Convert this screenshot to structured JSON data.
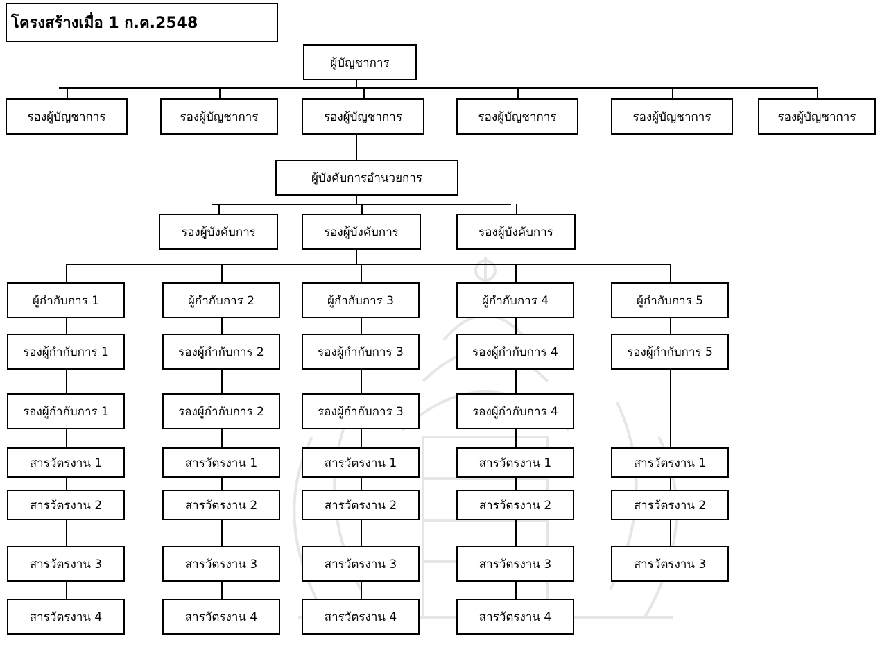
{
  "title": "โครงสร้างเมื่อ 1 ก.ค.2548",
  "root": "ผู้บัญชาการ",
  "deputy_commanders": [
    "รองผู้บัญชาการ",
    "รองผู้บัญชาการ",
    "รองผู้บัญชาการ",
    "รองผู้บัญชาการ",
    "รองผู้บัญชาการ",
    "รองผู้บัญชาการ"
  ],
  "bureau_commander": "ผู้บังคับการอำนวยการ",
  "deputy_bureau_commanders": [
    "รองผู้บังคับการ",
    "รองผู้บังคับการ",
    "รองผู้บังคับการ"
  ],
  "divisions": [
    {
      "superintendent": "ผู้กำกับการ 1",
      "deputies": [
        "รองผู้กำกับการ 1",
        "รองผู้กำกับการ 1"
      ],
      "inspectors": [
        "สารวัตรงาน 1",
        "สารวัตรงาน 2",
        "สารวัตรงาน 3",
        "สารวัตรงาน 4"
      ]
    },
    {
      "superintendent": "ผู้กำกับการ 2",
      "deputies": [
        "รองผู้กำกับการ 2",
        "รองผู้กำกับการ 2"
      ],
      "inspectors": [
        "สารวัตรงาน 1",
        "สารวัตรงาน 2",
        "สารวัตรงาน 3",
        "สารวัตรงาน 4"
      ]
    },
    {
      "superintendent": "ผู้กำกับการ 3",
      "deputies": [
        "รองผู้กำกับการ 3",
        "รองผู้กำกับการ 3"
      ],
      "inspectors": [
        "สารวัตรงาน 1",
        "สารวัตรงาน 2",
        "สารวัตรงาน 3",
        "สารวัตรงาน 4"
      ]
    },
    {
      "superintendent": "ผู้กำกับการ 4",
      "deputies": [
        "รองผู้กำกับการ 4",
        "รองผู้กำกับการ 4"
      ],
      "inspectors": [
        "สารวัตรงาน 1",
        "สารวัตรงาน 2",
        "สารวัตรงาน 3",
        "สารวัตรงาน 4"
      ]
    },
    {
      "superintendent": "ผู้กำกับการ 5",
      "deputies": [
        "รองผู้กำกับการ 5"
      ],
      "inspectors": [
        "สารวัตรงาน 1",
        "สารวัตรงาน 2",
        "สารวัตรงาน 3"
      ]
    }
  ]
}
